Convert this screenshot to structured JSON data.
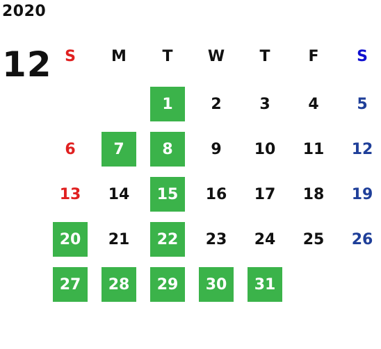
{
  "calendar": {
    "year": "2020",
    "month": "12",
    "weekdays": [
      "S",
      "M",
      "T",
      "W",
      "T",
      "F",
      "S"
    ],
    "weekday_colors": [
      "#e02020",
      "#111111",
      "#111111",
      "#111111",
      "#111111",
      "#111111",
      "#1010d0"
    ],
    "first_weekday_index": 2,
    "days_in_month": 31,
    "highlighted_days": [
      1,
      7,
      8,
      15,
      20,
      22,
      27,
      28,
      29,
      30,
      31
    ],
    "colors": {
      "highlight": "#3bb34a",
      "sunday": "#e02020",
      "saturday": "#1f3f99",
      "weekday": "#111111",
      "highlight_text": "#ffffff"
    }
  }
}
